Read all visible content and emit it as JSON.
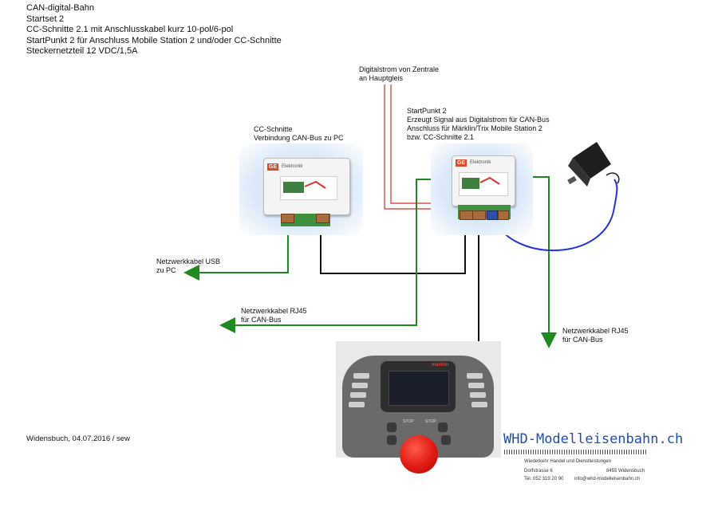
{
  "header": {
    "lines": [
      "CAN-digital-Bahn",
      "Startset 2",
      "CC-Schnitte  2.1 mit Anschlusskabel kurz 10-pol/6-pol",
      "StartPunkt 2 für Anschluss Mobile Station 2 und/oder CC-Schnitte",
      "Steckernetzteil 12 VDC/1,5A"
    ]
  },
  "labels": {
    "digitalstrom": [
      "Digitalstrom von Zentrale",
      "an Hauptgleis"
    ],
    "startpunkt": [
      "StartPunkt 2",
      "Erzeugt Signal aus Digitalstrom für CAN-Bus",
      "Anschluss für Märklin/Trix Mobile Station 2",
      "bzw. CC-Schnitte 2.1"
    ],
    "ccschnitte": [
      "CC-Schnitte",
      "Verbindung CAN-Bus zu PC"
    ],
    "usb": [
      "Netzwerkkabel USB",
      "zu PC"
    ],
    "rj45_left": [
      "Netzwerkkabel RJ45",
      "für CAN-Bus"
    ],
    "rj45_right": [
      "Netzwerkkabel RJ45",
      "für CAN-Bus"
    ]
  },
  "modules": {
    "cc": {
      "badge": "GE",
      "brand": "Elektronik"
    },
    "sp": {
      "badge": "GE",
      "brand": "Elektronik"
    }
  },
  "ms2": {
    "logo": "märklin",
    "left_key": "STOP",
    "right_key": "STOP"
  },
  "footer": {
    "date": "Widensbuch, 04.07.2016 / sew",
    "brand_main": "WHD-",
    "brand_rest": "Modelleisenbahn.ch",
    "contact_line1": "Wiederkehr Handel und Dienstleistungen",
    "contact_line2_left": "Dorfstrasse 6",
    "contact_line2_right": "8455 Widensbuch",
    "contact_line3_left": "Tel. 052 319 20 90",
    "contact_line3_right": "info@whd-modelleisenbahn.ch"
  },
  "colors": {
    "wire_green": "#1f8a1f",
    "wire_black": "#111111",
    "wire_blue": "#2233dd",
    "wire_red": "#d8332b",
    "brand_blue": "#1f4fa8"
  }
}
